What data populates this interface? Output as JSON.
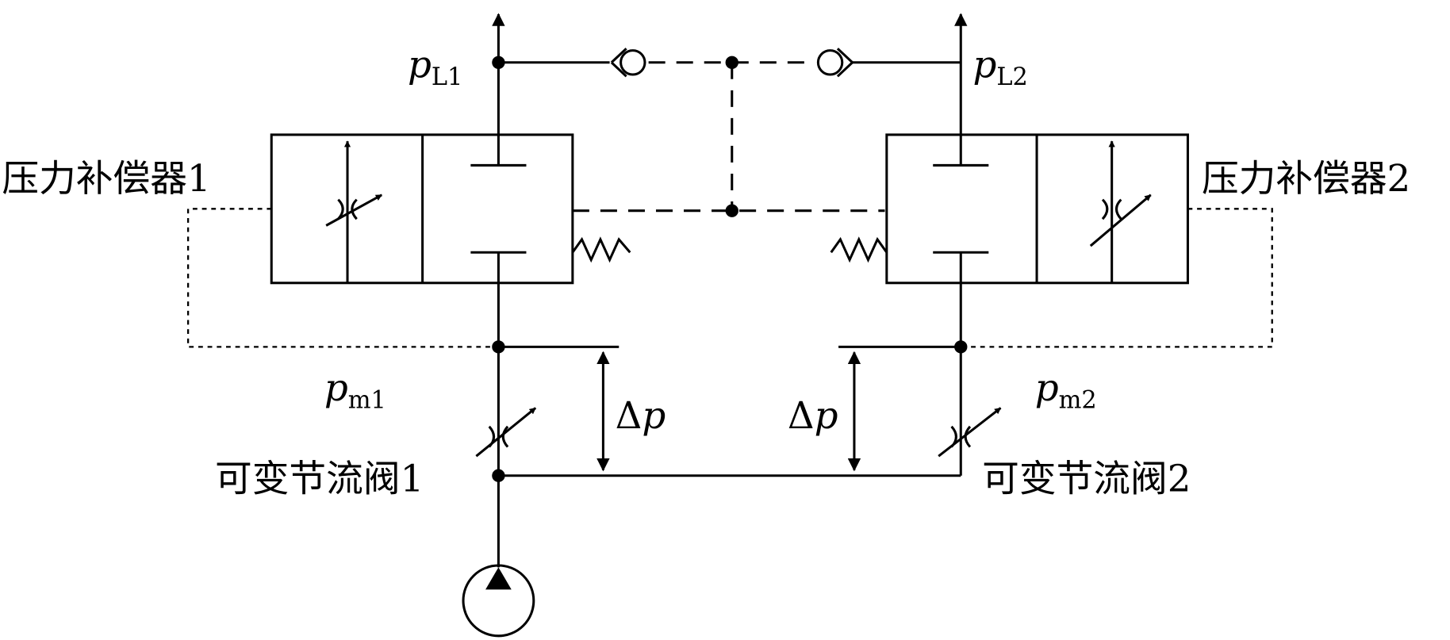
{
  "labels": {
    "compensator_1": "压力补偿器1",
    "compensator_2": "压力补偿器2",
    "throttle_1": "可变节流阀1",
    "throttle_2": "可变节流阀2",
    "pl1_main": "p",
    "pl1_sub": "L1",
    "pl2_main": "p",
    "pl2_sub": "L2",
    "pm1_main": "p",
    "pm1_sub": "m1",
    "pm2_main": "p",
    "pm2_sub": "m2",
    "delta_p_left_symbol": "Δ",
    "delta_p_left_var": "p",
    "delta_p_right_symbol": "Δ",
    "delta_p_right_var": "p"
  }
}
